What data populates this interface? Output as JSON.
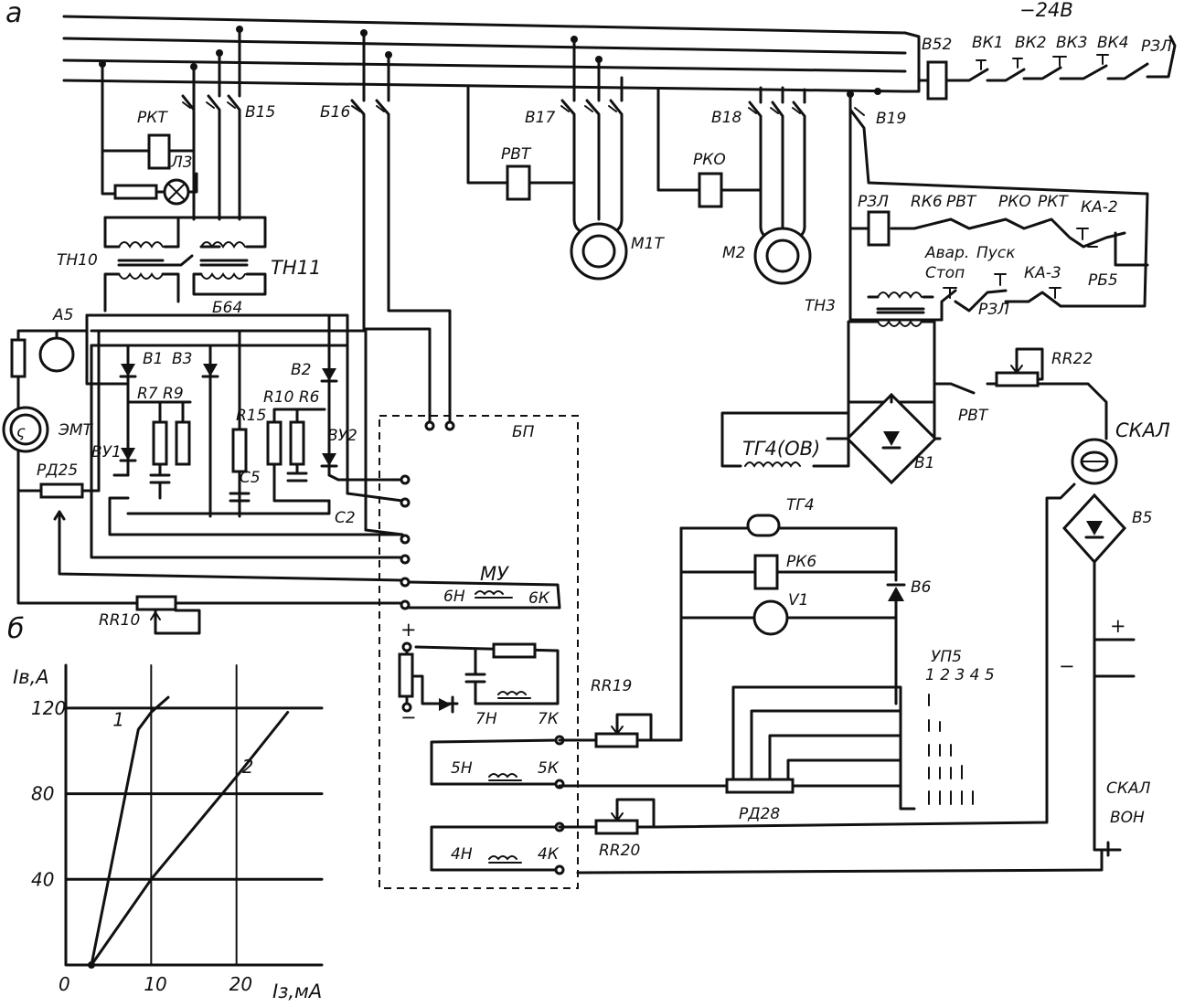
{
  "panels": {
    "a": "а",
    "b": "б"
  },
  "supply": {
    "voltage": "−24В"
  },
  "labels": {
    "B52": "В52",
    "VK1": "ВК1",
    "VK2": "ВК2",
    "VK3": "ВК3",
    "VK4": "ВК4",
    "RZL_top": "РЗЛ",
    "RKT": "РКТ",
    "L3": "Л3",
    "B15": "В15",
    "B16": "Б16",
    "B17": "В17",
    "B18": "В18",
    "B19": "В19",
    "RVT": "РВТ",
    "RKO": "РКО",
    "M1T": "М1Т",
    "M2": "М2",
    "TN10": "ТН10",
    "TN11": "ТН11",
    "A5": "А5",
    "B64": "Б64",
    "V1d": "В1",
    "V3": "В3",
    "V2": "В2",
    "R7R9": "R7 R9",
    "R10R6": "R10 R6",
    "R15": "R15",
    "BU1": "ВУ1",
    "BU2": "ВУ2",
    "C5": "С5",
    "C2": "С2",
    "EMT": "ЭМТ",
    "RD25": "РД25",
    "BP": "БП",
    "MU": "МУ",
    "w6n": "6Н",
    "w6k": "6К",
    "RR10": "RR10",
    "RZL2": "РЗЛ",
    "RK6": "RК6",
    "RVT2": "РВТ",
    "RKO2": "РКО",
    "RKT2": "РКТ",
    "KA2": "КА-2",
    "avar": "Авар.",
    "stop": "Стоп",
    "pusk": "Пуск",
    "KA3": "КА-3",
    "RZL3": "РЗЛ",
    "RB5": "РБ5",
    "TN3": "ТН3",
    "RR22": "RR22",
    "RVT3": "РВТ",
    "SKAL": "СКАЛ",
    "TG4OV": "ТГ4(ОВ)",
    "V1b": "В1",
    "TG4": "ТГ4",
    "V5": "В5",
    "RK6b": "РК6",
    "V6": "В6",
    "Vm": "V1",
    "UP5": "УП5",
    "UP5pos": "1 2 3 4 5",
    "RR19": "RR19",
    "w7n": "7Н",
    "w7k": "7К",
    "w5n": "5Н",
    "w5k": "5К",
    "RD28": "РД28",
    "w4n": "4Н",
    "w4k": "4К",
    "RR20": "RR20",
    "SKAL2": "СКАЛ",
    "VON": "ВОН",
    "plus": "+",
    "minus": "−",
    "plusR": "+",
    "minusR": "−"
  },
  "chart_data": {
    "type": "line",
    "ylabel": "Iв,А",
    "xlabel": "Iз,мА",
    "x_ticks": [
      0,
      10,
      20
    ],
    "y_ticks": [
      0,
      40,
      80,
      120
    ],
    "xlim": [
      0,
      30
    ],
    "ylim": [
      0,
      140
    ],
    "grid": true,
    "series": [
      {
        "name": "1",
        "points": [
          [
            3,
            0
          ],
          [
            5,
            40
          ],
          [
            7,
            80
          ],
          [
            8.5,
            110
          ],
          [
            10,
            118
          ],
          [
            12,
            125
          ]
        ]
      },
      {
        "name": "2",
        "points": [
          [
            3,
            0
          ],
          [
            10,
            40
          ],
          [
            20,
            88
          ],
          [
            26,
            118
          ]
        ]
      }
    ]
  }
}
